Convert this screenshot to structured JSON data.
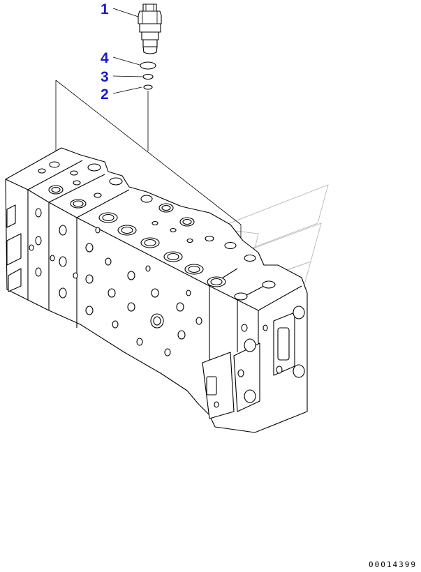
{
  "callouts": [
    {
      "label": "1"
    },
    {
      "label": "4"
    },
    {
      "label": "3"
    },
    {
      "label": "2"
    }
  ],
  "document_number": "00014399"
}
